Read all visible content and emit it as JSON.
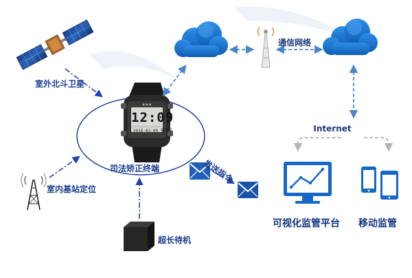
{
  "labels": {
    "satellite": "室外北斗卫星",
    "base_station": "室内基站定位",
    "terminal": "司法矫正终端",
    "standby": "超长待机",
    "command": "发送指令",
    "network": "通信网络",
    "internet": "Internet",
    "platform": "可视化监管平台",
    "mobile": "移动监管"
  },
  "watch": {
    "time": "12:09",
    "date": "2016-03-09  星期三"
  },
  "colors": {
    "arrow_blue": "#1f3fae",
    "arrow_dashed_blue": "#4a86c8",
    "arrow_gray": "#b5b5b5",
    "ellipse": "#1b3f9e",
    "cloud_blue": "#1e78d2",
    "icon_blue": "#1566c0",
    "label_blue": "#1a3c8f"
  }
}
